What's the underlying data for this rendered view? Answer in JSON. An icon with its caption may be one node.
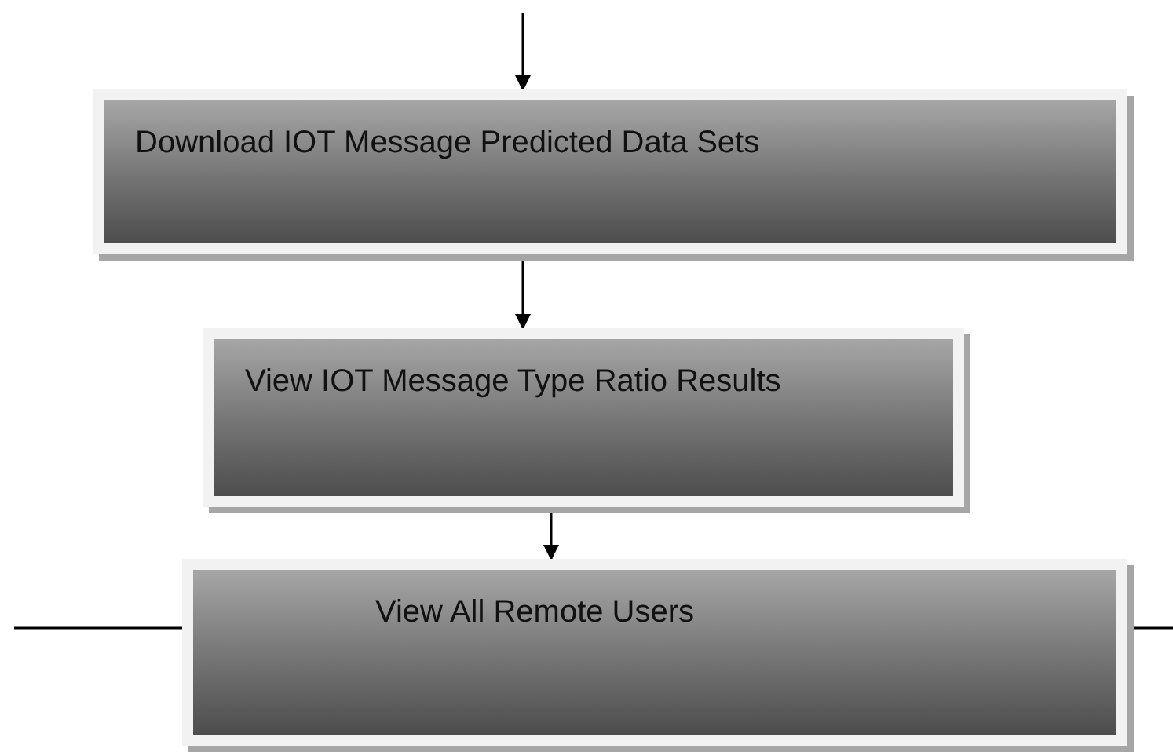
{
  "diagram": {
    "nodes": [
      {
        "text": [
          "Download IOT Message Predicted Data Sets"
        ]
      },
      {
        "text": [
          "View IOT Message Type Ratio Results"
        ]
      },
      {
        "text": [
          "View All Remote Users"
        ]
      }
    ],
    "edges": [
      {
        "from": null,
        "to": 0,
        "arrow": "to"
      },
      {
        "from": 0,
        "to": 1,
        "arrow": "to"
      },
      {
        "from": 1,
        "to": 2,
        "arrow": "to"
      },
      {
        "from": null,
        "to": 2,
        "arrow": "none"
      },
      {
        "from": 2,
        "to": null,
        "arrow": "none"
      }
    ]
  }
}
